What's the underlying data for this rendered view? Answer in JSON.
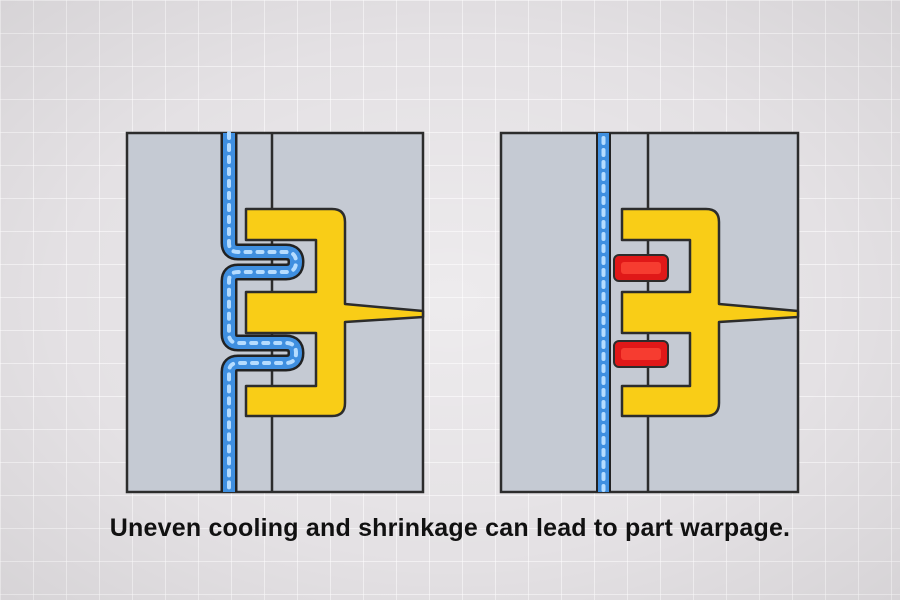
{
  "caption": "Uneven cooling and shrinkage can lead to part warpage.",
  "colors": {
    "mold": "#c5cad3",
    "outline": "#2c2c2c",
    "part": "#f9cd17",
    "coolant": "#3f8fe0",
    "coolant_glow": "#8ec8ff",
    "hot_spot": "#e01818"
  },
  "panels": [
    {
      "id": "conformal-cooling",
      "cooling_channel": "follows part contour",
      "hot_spots": 0
    },
    {
      "id": "straight-cooling",
      "cooling_channel": "straight",
      "hot_spots": 2
    }
  ]
}
